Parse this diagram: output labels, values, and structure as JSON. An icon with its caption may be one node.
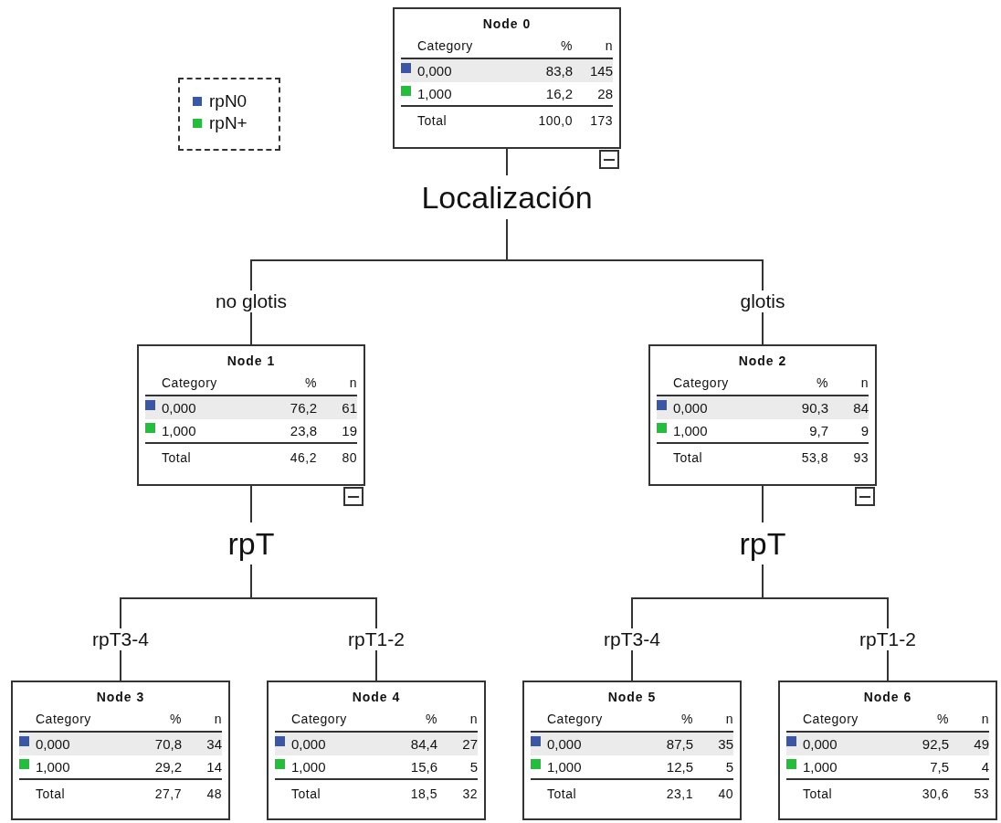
{
  "diagram": {
    "nodes": [
      {
        "text": [
          "Node 0",
          "Category",
          "%",
          "n",
          "0,000",
          "83,8",
          "145",
          "1,000",
          "16,2",
          "28",
          "Total",
          "100,0",
          "173"
        ]
      },
      {
        "text": [
          "Localización"
        ]
      },
      {
        "text": [
          "Node 1",
          "Category",
          "%",
          "n",
          "0,000",
          "76,2",
          "61",
          "1,000",
          "23,8",
          "19",
          "Total",
          "46,2",
          "80"
        ]
      },
      {
        "text": [
          "Node 2",
          "Category",
          "%",
          "n",
          "0,000",
          "90,3",
          "84",
          "1,000",
          "9,7",
          "9",
          "Total",
          "53,8",
          "93"
        ]
      },
      {
        "text": [
          "rpT"
        ]
      },
      {
        "text": [
          "rpT"
        ]
      },
      {
        "text": [
          "Node 3",
          "Category",
          "%",
          "n",
          "0,000",
          "70,8",
          "34",
          "1,000",
          "29,2",
          "14",
          "Total",
          "27,7",
          "48"
        ]
      },
      {
        "text": [
          "Node 4",
          "Category",
          "%",
          "n",
          "0,000",
          "84,4",
          "27",
          "1,000",
          "15,6",
          "5",
          "Total",
          "18,5",
          "32"
        ]
      },
      {
        "text": [
          "Node 5",
          "Category",
          "%",
          "n",
          "0,000",
          "87,5",
          "35",
          "1,000",
          "12,5",
          "5",
          "Total",
          "23,1",
          "40"
        ]
      },
      {
        "text": [
          "Node 6",
          "Category",
          "%",
          "n",
          "0,000",
          "92,5",
          "49",
          "1,000",
          "7,5",
          "4",
          "Total",
          "30,6",
          "53"
        ]
      }
    ],
    "edges": [
      {
        "from": 0,
        "to": 1,
        "arrow": "none"
      },
      {
        "from": 1,
        "to": 2,
        "arrow": "none",
        "label": "no glotis"
      },
      {
        "from": 1,
        "to": 3,
        "arrow": "none",
        "label": "glotis"
      },
      {
        "from": 2,
        "to": 4,
        "arrow": "none"
      },
      {
        "from": 3,
        "to": 5,
        "arrow": "none"
      },
      {
        "from": 4,
        "to": 6,
        "arrow": "none",
        "label": "rpT3-4"
      },
      {
        "from": 4,
        "to": 7,
        "arrow": "none",
        "label": "rpT1-2"
      },
      {
        "from": 5,
        "to": 8,
        "arrow": "none",
        "label": "rpT3-4"
      },
      {
        "from": 5,
        "to": 9,
        "arrow": "none",
        "label": "rpT1-2"
      }
    ],
    "legend": [
      {
        "text": "rpN0",
        "color": "#3a56a6"
      },
      {
        "text": "rpN+",
        "color": "#22bf3a"
      }
    ]
  }
}
